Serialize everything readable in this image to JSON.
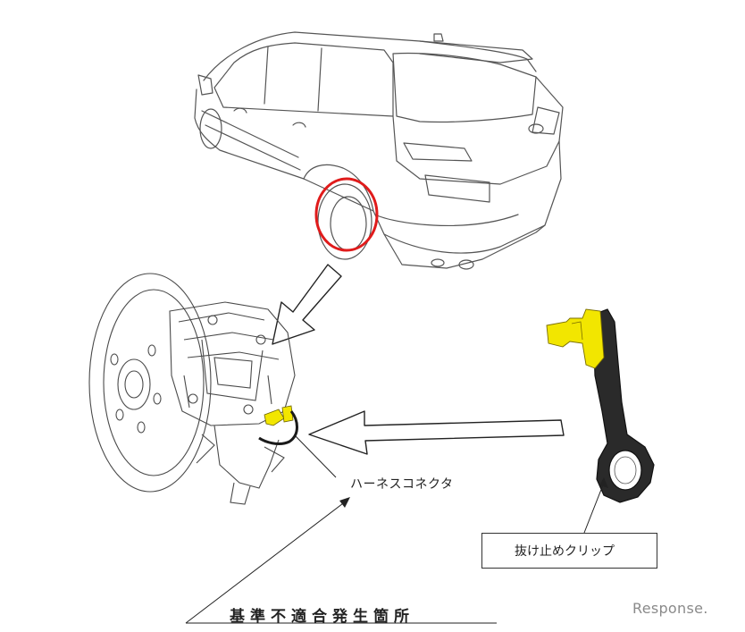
{
  "labels": {
    "harness_connector": "ハーネスコネクタ",
    "retaining_clip": "抜け止めクリップ",
    "location": "基準不適合発生箇所"
  },
  "watermark": "Response.",
  "colors": {
    "highlight_circle": "#e01b1b",
    "part_yellow": "#f2e600",
    "outline": "#333333",
    "clip_body": "#2a2a2a"
  }
}
